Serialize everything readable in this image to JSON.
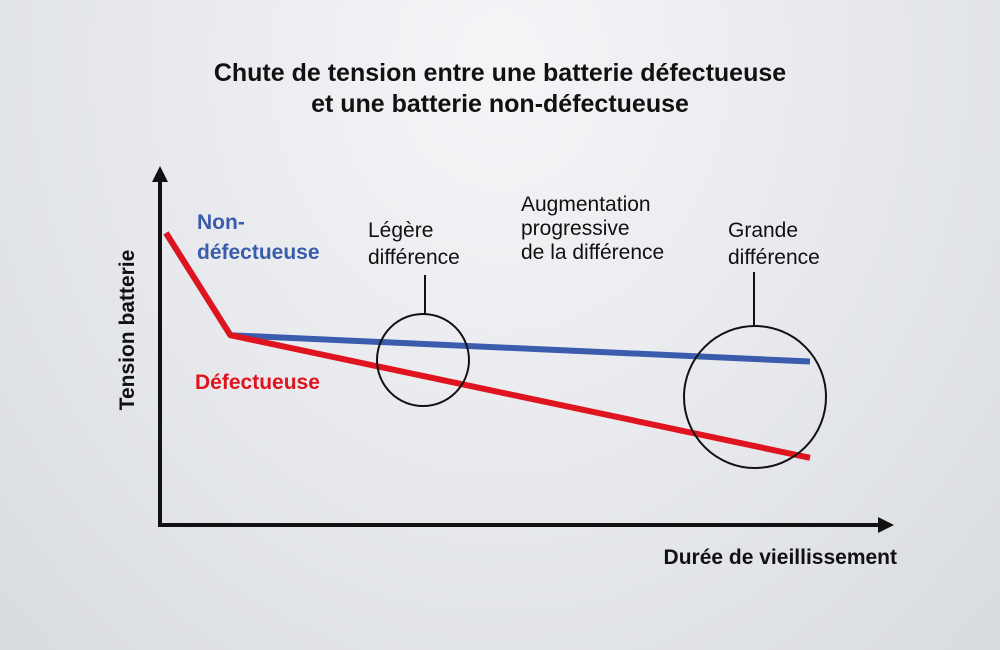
{
  "chart_data": {
    "type": "line",
    "title": [
      "Chute de tension entre une batterie défectueuse",
      "et une batterie non-défectueuse"
    ],
    "xlabel": "Durée de vieillissement",
    "ylabel": "Tension batterie",
    "xlim": [
      0,
      100
    ],
    "ylim": [
      0,
      100
    ],
    "series": [
      {
        "name": [
          "Non-",
          "défectueuse"
        ],
        "color": "#3a5cad",
        "points": [
          [
            0,
            100
          ],
          [
            10,
            65
          ],
          [
            100,
            56
          ]
        ]
      },
      {
        "name": [
          "Défectueuse"
        ],
        "color": "#e0141e",
        "points": [
          [
            0,
            100
          ],
          [
            10,
            65
          ],
          [
            100,
            23
          ]
        ]
      }
    ],
    "annotations": [
      {
        "lines": [
          "Légère",
          "différence"
        ],
        "circle_at_x": 36
      },
      {
        "lines": [
          "Augmentation",
          "progressive",
          "de la différence"
        ],
        "circle_at_x": null
      },
      {
        "lines": [
          "Grande",
          "différence"
        ],
        "circle_at_x": 90
      }
    ]
  }
}
